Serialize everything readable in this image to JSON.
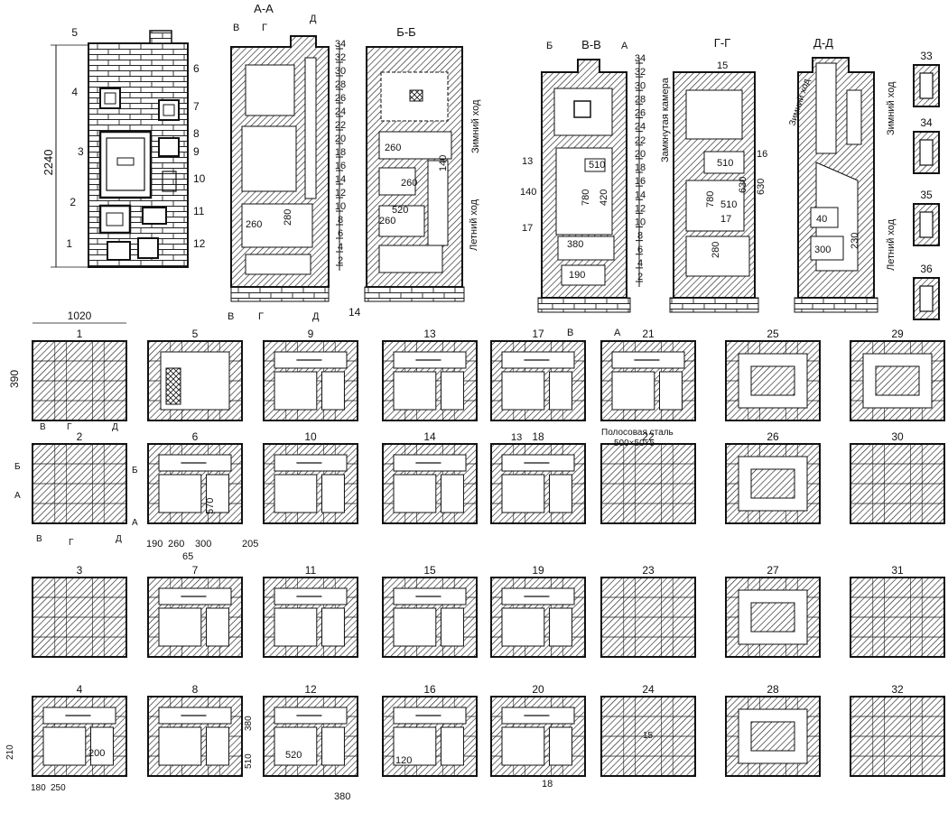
{
  "title": "",
  "colors": {
    "ink": "#111111",
    "paper": "#ffffff",
    "hatch": "#222222"
  },
  "elevation": {
    "height_dim": "2240",
    "callouts": [
      "5",
      "6",
      "4",
      "7",
      "8",
      "3",
      "9",
      "10",
      "2",
      "11",
      "1",
      "12"
    ]
  },
  "sections": [
    {
      "title": "А-А",
      "marks": [
        "В",
        "Г",
        "Д"
      ]
    },
    {
      "title": "Б-Б"
    },
    {
      "title": "В-В",
      "marks": [
        "Б",
        "А"
      ]
    },
    {
      "title": "Г-Г"
    },
    {
      "title": "Д-Д"
    }
  ],
  "scale_ticks": [
    "34",
    "32",
    "30",
    "28",
    "26",
    "24",
    "22",
    "20",
    "18",
    "16",
    "14",
    "12",
    "10",
    "8",
    "6",
    "4",
    "2"
  ],
  "sections_bottom_marks": {
    "left": [
      "В",
      "Г",
      "Д"
    ],
    "right": [
      "В",
      "А"
    ],
    "callout": "14"
  },
  "section_texts": {
    "aa_dims": [
      "260",
      "280"
    ],
    "bb_dims": [
      "260",
      "260",
      "520",
      "260",
      "140"
    ],
    "bb_labels": [
      "Зимний ход",
      "Летний ход"
    ],
    "vv_label": "Замкнутая камера",
    "vv_dims": [
      "510",
      "780",
      "420",
      "380",
      "190"
    ],
    "vv_callouts": [
      "13",
      "140",
      "17"
    ],
    "gg_dims": [
      "15",
      "510",
      "780",
      "630",
      "510",
      "17",
      "280"
    ],
    "gg_callout": "16",
    "dd_dims": [
      "630",
      "40",
      "300",
      "230"
    ],
    "dd_labels": [
      "Зимний ход",
      "Зимний ход",
      "Летний ход"
    ]
  },
  "plans": {
    "row1": [
      "1",
      "5",
      "9",
      "13",
      "17",
      "21",
      "25",
      "29"
    ],
    "row2": [
      "2",
      "6",
      "10",
      "14",
      "18",
      "22",
      "26",
      "30"
    ],
    "row3": [
      "3",
      "7",
      "11",
      "15",
      "19",
      "23",
      "27",
      "31"
    ],
    "row4": [
      "4",
      "8",
      "12",
      "16",
      "20",
      "24",
      "28",
      "32"
    ],
    "extra": [
      "33",
      "34",
      "35",
      "36"
    ]
  },
  "plan_annotations": {
    "p1_width": "1020",
    "p1_depth": "390",
    "p1_marks": [
      "В",
      "Г",
      "Д"
    ],
    "p2_marks": [
      "Б",
      "А",
      "В",
      "Г",
      "Д",
      "Б",
      "А"
    ],
    "p6_dims": [
      "190",
      "260",
      "300",
      "205",
      "65",
      "570"
    ],
    "p4_dims": [
      "200",
      "210",
      "180",
      "250"
    ],
    "p12_dims": [
      "520",
      "380",
      "510",
      "380"
    ],
    "p16_dim": "120",
    "p17_sub": "13",
    "p20_sub": "18",
    "p21_note": "Полосовая сталь",
    "p21_note2": "500×50×5",
    "p24_dim": "15"
  }
}
